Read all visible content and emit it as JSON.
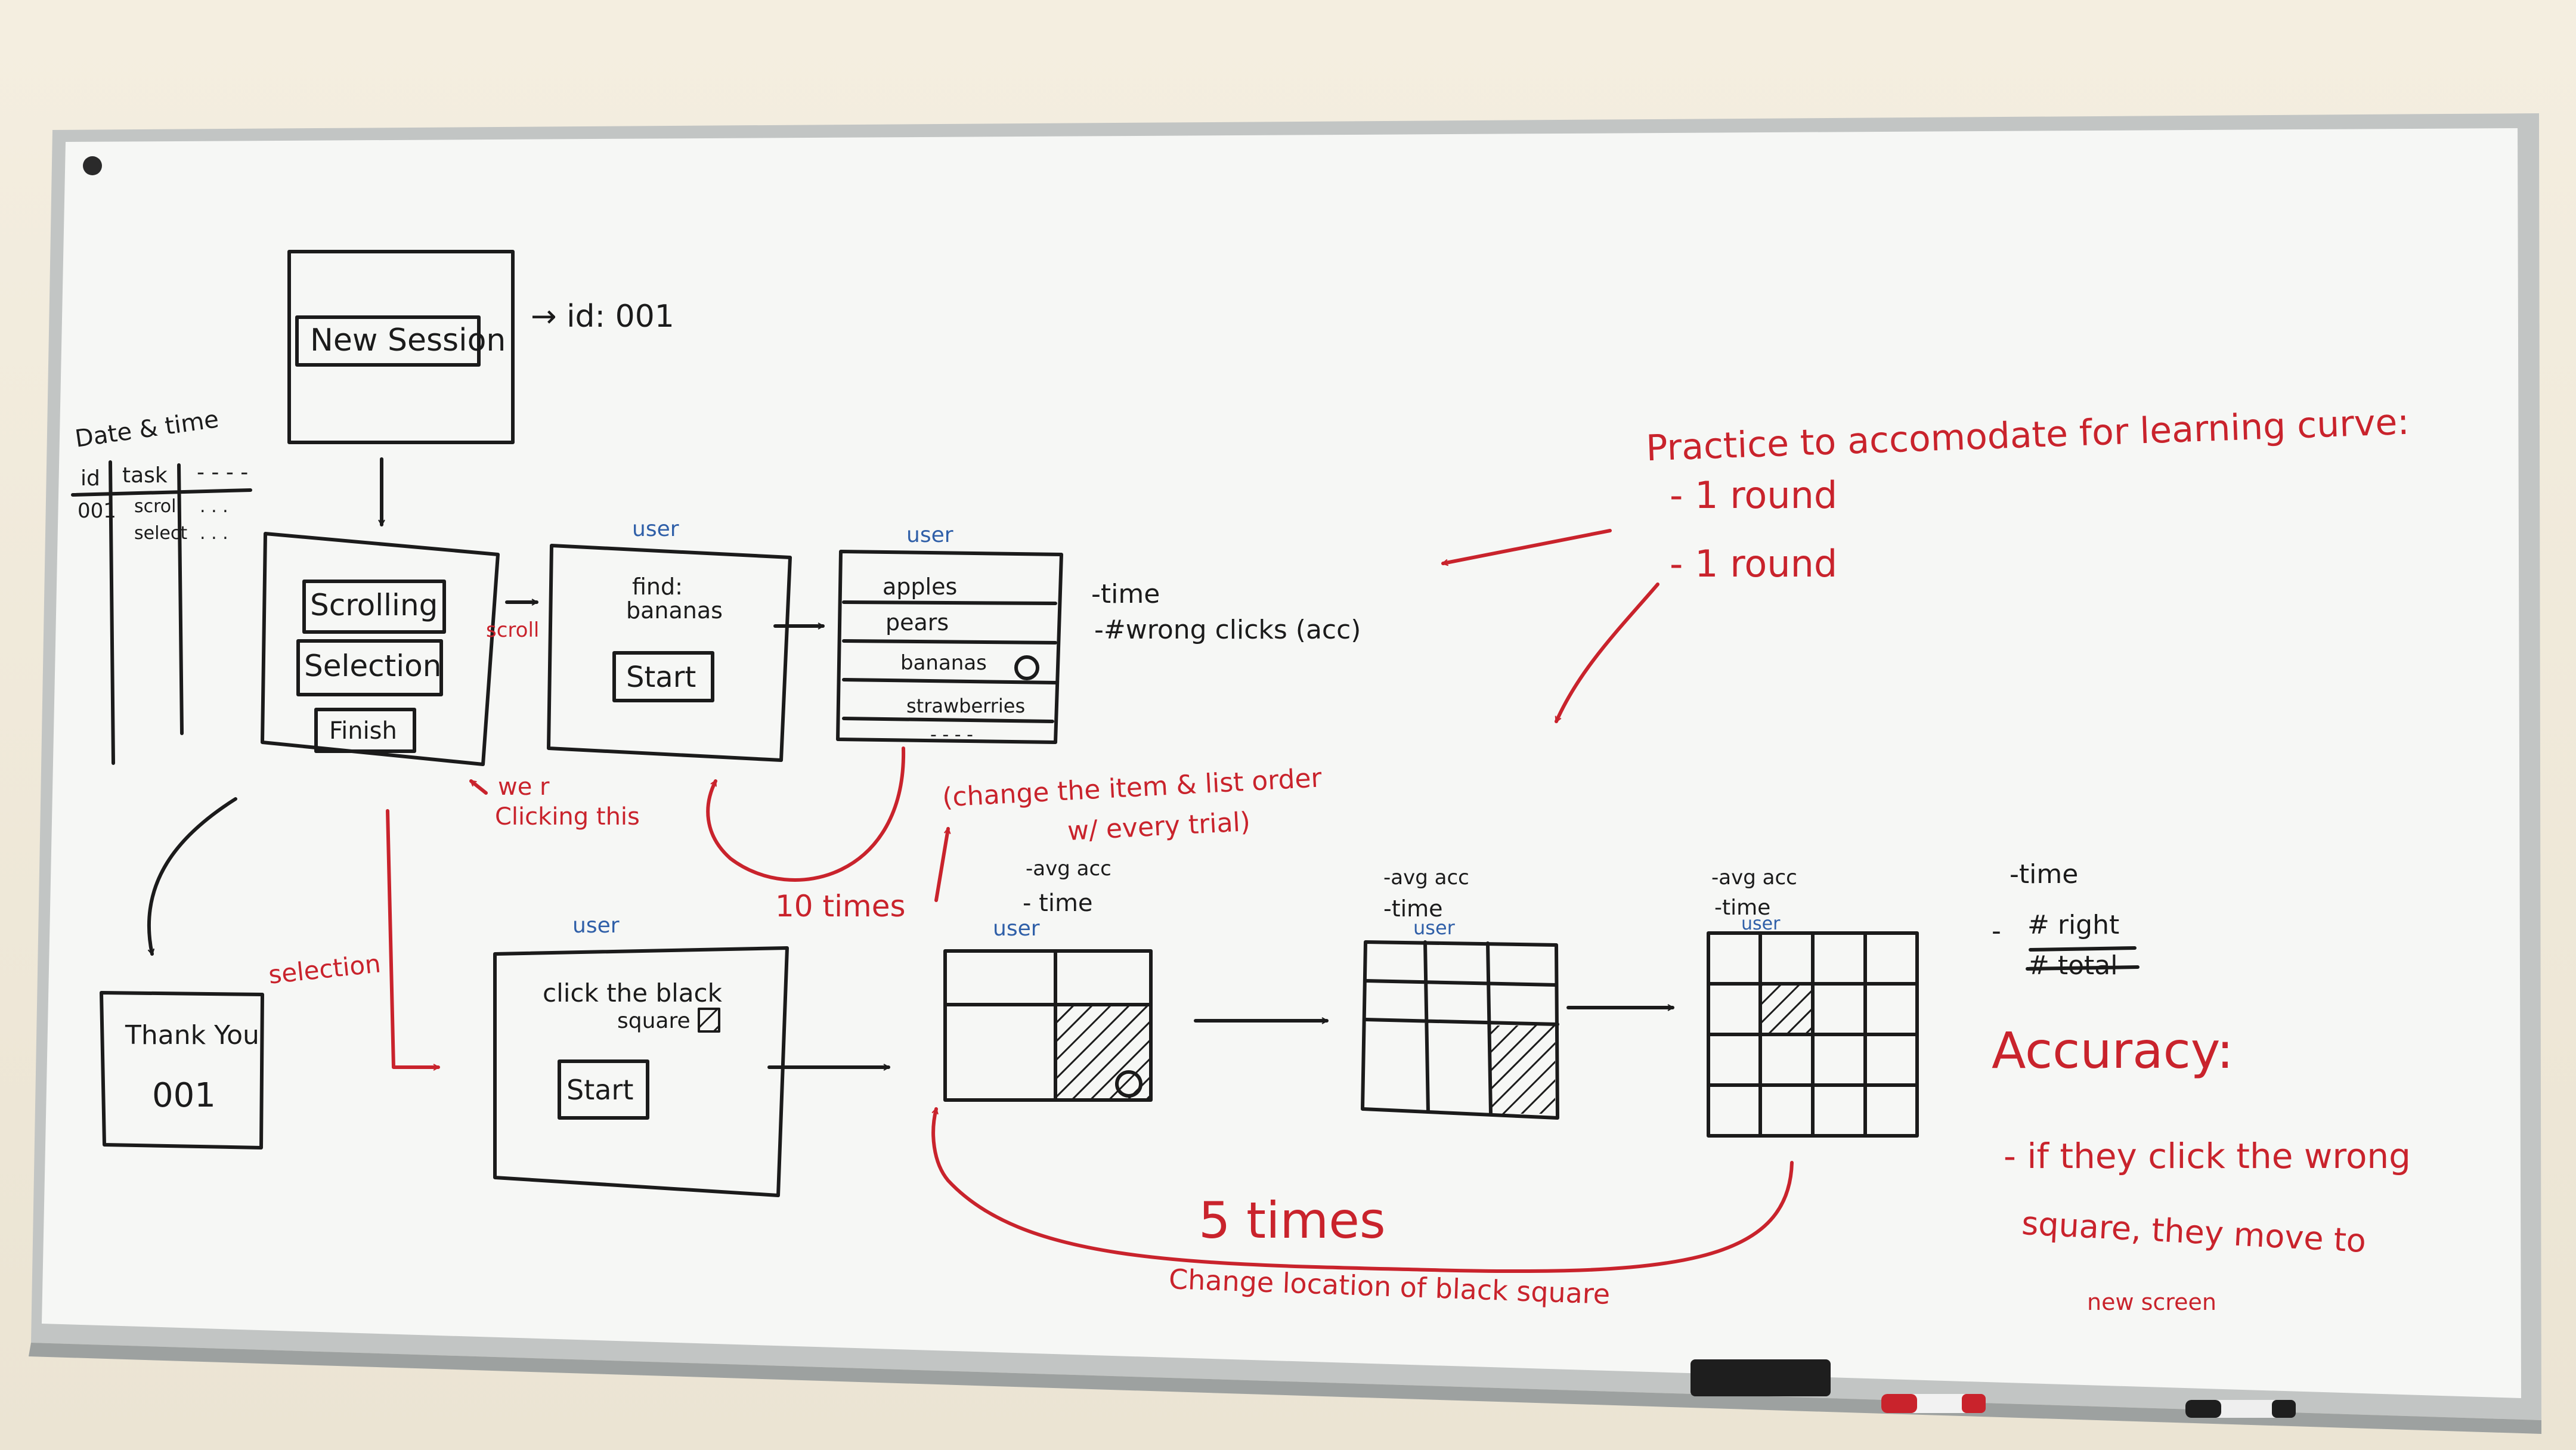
{
  "colors": {
    "wall": "#efe9d9",
    "board": "#f7f8f6",
    "frame": "#b9bcbc",
    "marker_black": "#1b1b1b",
    "marker_red": "#c9232c",
    "marker_blue": "#2f5fa8"
  },
  "icons": [
    "magnet-icon",
    "black-square-icon",
    "small-circle-icon",
    "arrow-icon",
    "black-eraser-icon",
    "red-marker-icon",
    "black-marker-icon"
  ],
  "start_screen": {
    "button": "New Session",
    "id_note": "→ id: 001"
  },
  "log_table": {
    "title": "Date & time",
    "headers": [
      "id",
      "task"
    ],
    "id_value": "001",
    "tasks": [
      "scroll",
      "select"
    ]
  },
  "menu_screen": {
    "buttons": [
      "Scrolling",
      "Selection",
      "Finish"
    ],
    "scroll_label": "scroll",
    "note": [
      "we r",
      "Clicking this"
    ]
  },
  "find_screen": {
    "user_label": "user",
    "lines": [
      "find:",
      "bananas"
    ],
    "button": "Start"
  },
  "list_screen": {
    "user_label": "user",
    "items": [
      "apples",
      "pears",
      "bananas",
      "strawberries"
    ],
    "more": "- - - -"
  },
  "scroll_metrics": [
    "-time",
    "-#wrong clicks (acc)"
  ],
  "scroll_loop": {
    "note": [
      "(change the item & list order",
      "w/ every trial)"
    ],
    "count": "10 times"
  },
  "practice": {
    "title": "Practice to accomodate for learning curve:",
    "rounds": [
      "- 1 round",
      "- 1 round"
    ]
  },
  "thankyou_screen": {
    "lines": [
      "Thank You",
      "001"
    ],
    "selection_label": "selection"
  },
  "selection_start_screen": {
    "user_label": "user",
    "lines": [
      "click the black",
      "square"
    ],
    "button": "Start"
  },
  "grid_screens": [
    {
      "metrics": [
        "-avg acc",
        "- time"
      ],
      "user_label": "user",
      "grid": "2x2"
    },
    {
      "metrics": [
        "-avg acc",
        "-time"
      ],
      "user_label": "user",
      "grid": "3x3"
    },
    {
      "metrics": [
        "-avg acc",
        "-time"
      ],
      "user_label": "user",
      "grid": "4x4"
    }
  ],
  "right_metrics": {
    "time": "-time",
    "numerator": "# right",
    "denominator": "# total"
  },
  "selection_loop": {
    "count": "5 times",
    "note": "Change location of black square"
  },
  "accuracy": {
    "title": "Accuracy:",
    "lines": [
      "- if they click the wrong",
      "square, they move to",
      "new screen"
    ]
  }
}
